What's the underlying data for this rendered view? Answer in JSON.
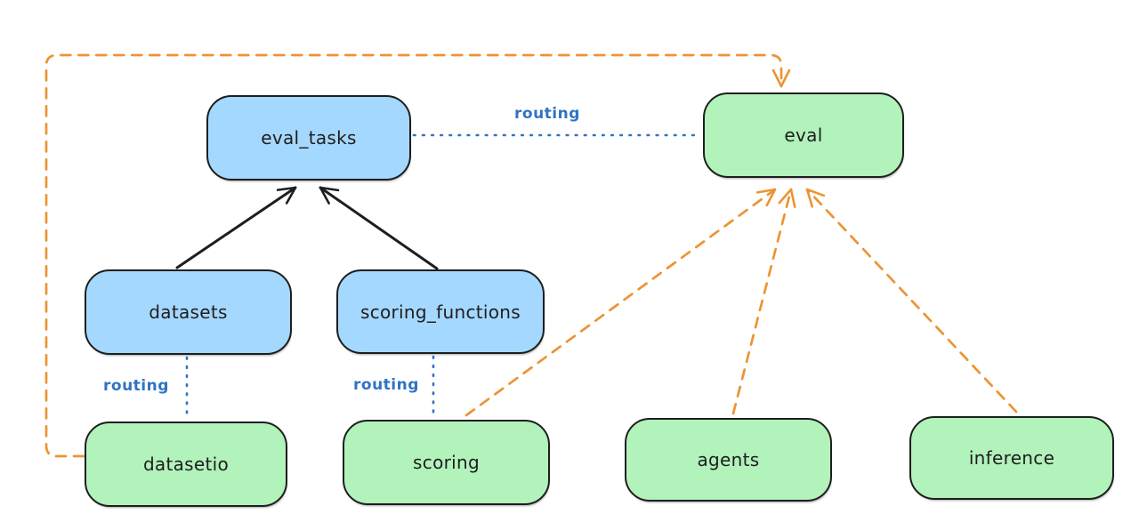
{
  "diagram": {
    "type": "architecture-graph",
    "nodes": {
      "eval_tasks": {
        "label": "eval_tasks",
        "kind": "api",
        "fill": "#a5d8ff"
      },
      "eval": {
        "label": "eval",
        "kind": "provider",
        "fill": "#b2f2bb"
      },
      "datasets": {
        "label": "datasets",
        "kind": "api",
        "fill": "#a5d8ff"
      },
      "scoring_functions": {
        "label": "scoring_functions",
        "kind": "api",
        "fill": "#a5d8ff"
      },
      "datasetio": {
        "label": "datasetio",
        "kind": "provider",
        "fill": "#b2f2bb"
      },
      "scoring": {
        "label": "scoring",
        "kind": "provider",
        "fill": "#b2f2bb"
      },
      "agents": {
        "label": "agents",
        "kind": "provider",
        "fill": "#b2f2bb"
      },
      "inference": {
        "label": "inference",
        "kind": "provider",
        "fill": "#b2f2bb"
      }
    },
    "edge_labels": {
      "top": "routing",
      "datasets_datasetio": "routing",
      "scoring_functions_scoring": "routing"
    },
    "edges": [
      {
        "from": "datasets",
        "to": "eval_tasks",
        "style": "solid",
        "arrow": true,
        "color": "#1e1e1e",
        "label": ""
      },
      {
        "from": "scoring_functions",
        "to": "eval_tasks",
        "style": "solid",
        "arrow": true,
        "color": "#1e1e1e",
        "label": ""
      },
      {
        "from": "eval_tasks",
        "to": "eval",
        "style": "dotted",
        "arrow": false,
        "color": "#2f74c1",
        "label": "routing"
      },
      {
        "from": "datasets",
        "to": "datasetio",
        "style": "dotted",
        "arrow": false,
        "color": "#2f74c1",
        "label": "routing"
      },
      {
        "from": "scoring_functions",
        "to": "scoring",
        "style": "dotted",
        "arrow": false,
        "color": "#2f74c1",
        "label": "routing"
      },
      {
        "from": "scoring",
        "to": "eval",
        "style": "dashed",
        "arrow": true,
        "color": "#ec9434",
        "label": ""
      },
      {
        "from": "agents",
        "to": "eval",
        "style": "dashed",
        "arrow": true,
        "color": "#ec9434",
        "label": ""
      },
      {
        "from": "inference",
        "to": "eval",
        "style": "dashed",
        "arrow": true,
        "color": "#ec9434",
        "label": ""
      },
      {
        "from": "datasetio",
        "to": "eval",
        "style": "dashed",
        "arrow": true,
        "color": "#ec9434",
        "label": "",
        "route": "around-left-and-top"
      }
    ],
    "colors": {
      "node_blue_fill": "#a5d8ff",
      "node_green_fill": "#b2f2bb",
      "node_stroke": "#1e1e1e",
      "routing_blue": "#2f74c1",
      "arrow_orange": "#ec9434",
      "arrow_black": "#1e1e1e",
      "background": "#ffffff"
    }
  }
}
